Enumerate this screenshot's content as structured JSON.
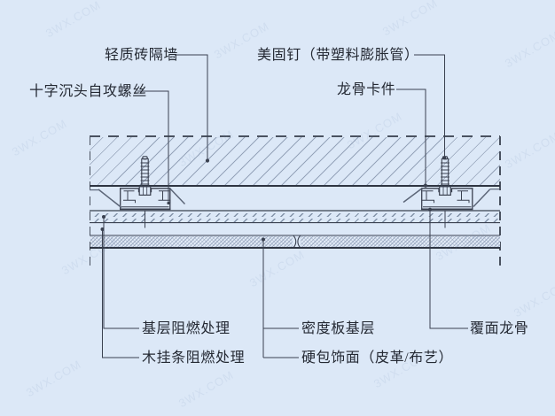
{
  "watermark": "3WX.COM",
  "colors": {
    "background": "#dce8f7",
    "line_dark": "#2e3542",
    "line": "#3a4150",
    "wall_hatch": "#95a3b9"
  },
  "labels": {
    "partition_wall": "轻质砖隔墙",
    "expansion_nail": "美固钉（带塑料膨胀管）",
    "self_tapping_screw": "十字沉头自攻螺丝",
    "keel_clip": "龙骨卡件",
    "facing_keel": "覆面龙骨",
    "base_layer_fire_treatment": "基层阻燃处理",
    "wood_strip_fire_treatment": "木挂条阻燃处理",
    "density_board_base": "密度板基层",
    "hard_panel_finish": "硬包饰面（皮革/布艺）"
  }
}
